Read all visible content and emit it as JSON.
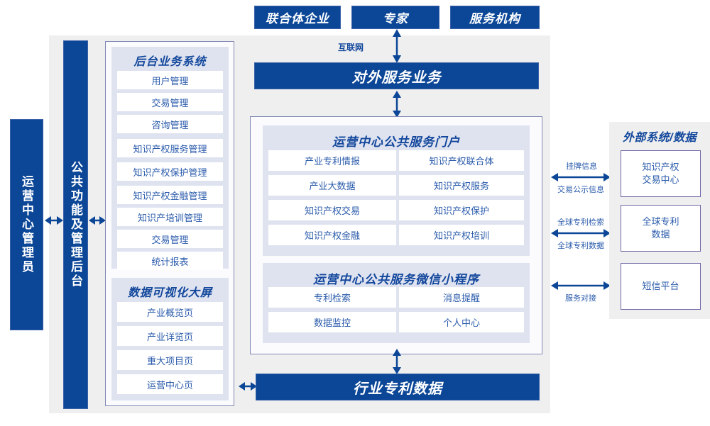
{
  "top_actors": [
    {
      "label": "联合体企业"
    },
    {
      "label": "专家"
    },
    {
      "label": "服务机构"
    }
  ],
  "internet_label": "互联网",
  "external_service_bar": "对外服务业务",
  "industry_patent_data_bar": "行业专利数据",
  "left_roles": [
    {
      "label": "运营中心管理员"
    },
    {
      "label": "公共功能及管理后台"
    }
  ],
  "backend_system": {
    "title": "后台业务系统",
    "items": [
      {
        "label": "用户管理"
      },
      {
        "label": "交易管理"
      },
      {
        "label": "咨询管理"
      },
      {
        "label": "知识产权服务管理"
      },
      {
        "label": "知识产权保护管理"
      },
      {
        "label": "知识产权金融管理"
      },
      {
        "label": "知识产培训管理"
      },
      {
        "label": "交易管理"
      },
      {
        "label": "统计报表"
      }
    ]
  },
  "visualization_screen": {
    "title": "数据可视化大屏",
    "items": [
      {
        "label": "产业概览页"
      },
      {
        "label": "产业详览页"
      },
      {
        "label": "重大项目页"
      },
      {
        "label": "运营中心页"
      }
    ]
  },
  "public_portal": {
    "title": "运营中心公共服务门户",
    "items": [
      {
        "label": "产业专利情报"
      },
      {
        "label": "知识产权联合体"
      },
      {
        "label": "产业大数据"
      },
      {
        "label": "知识产权服务"
      },
      {
        "label": "知识产权交易"
      },
      {
        "label": "知识产权保护"
      },
      {
        "label": "知识产权金融"
      },
      {
        "label": "知识产权培训"
      }
    ]
  },
  "wechat_miniapp": {
    "title": "运营中心公共服务微信小程序",
    "items": [
      {
        "label": "专利检索"
      },
      {
        "label": "消息提醒"
      },
      {
        "label": "数据监控"
      },
      {
        "label": "个人中心"
      }
    ]
  },
  "external_systems": {
    "title": "外部系统/数据",
    "boxes": [
      {
        "label": "知识产权\n交易中心",
        "line1": "知识产权",
        "line2": "交易中心"
      },
      {
        "label": "全球专利\n数据",
        "line1": "全球专利",
        "line2": "数据"
      },
      {
        "label": "短信平台",
        "line1": "短信平台",
        "line2": ""
      }
    ],
    "connections": [
      {
        "above": "挂牌信息",
        "below": "交易公示信息"
      },
      {
        "above": "全球专利检索",
        "below": "全球专利数据"
      },
      {
        "above": "",
        "below": "服务对接"
      }
    ]
  },
  "colors": {
    "brand_blue": "#0b4697",
    "panel_lavender": "#dfe3f0",
    "canvas_gray": "#efefef",
    "text_blue": "#2a5bab"
  }
}
